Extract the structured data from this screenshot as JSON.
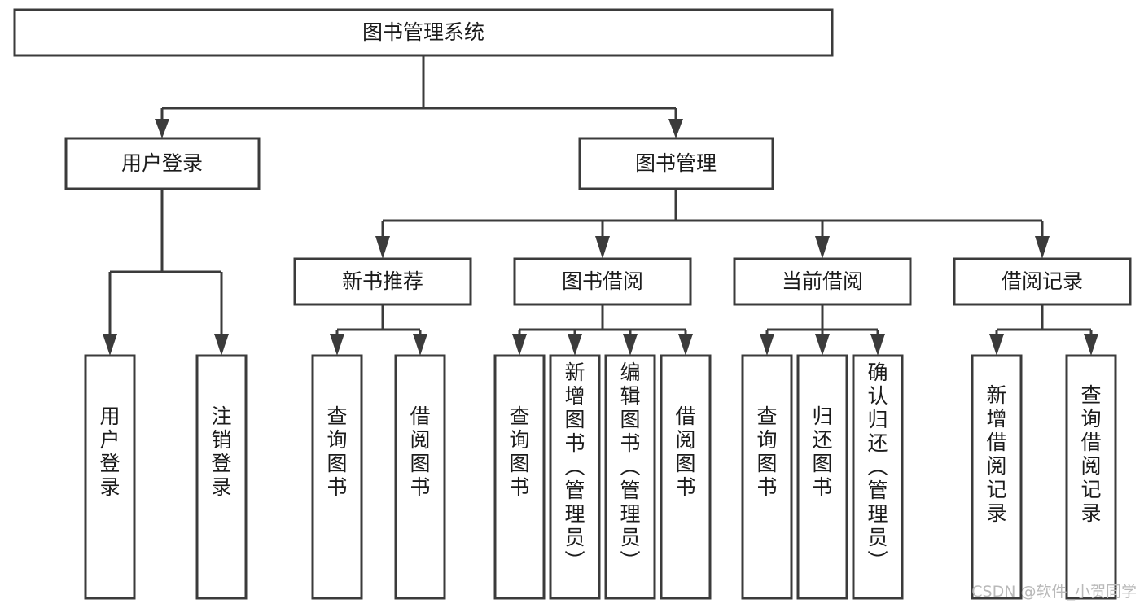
{
  "diagram": {
    "type": "tree-hierarchy",
    "title": "图书管理系统",
    "background_color": "#ffffff",
    "line_color": "#3b3b3b",
    "text_color": "#1b1b1b",
    "levels": 4,
    "root": {
      "label": "图书管理系统",
      "orientation": "horizontal"
    },
    "level2": [
      {
        "label": "用户登录",
        "orientation": "horizontal"
      },
      {
        "label": "图书管理",
        "orientation": "horizontal"
      }
    ],
    "level3": [
      {
        "label": "新书推荐",
        "orientation": "horizontal",
        "parent": "图书管理"
      },
      {
        "label": "图书借阅",
        "orientation": "horizontal",
        "parent": "图书管理"
      },
      {
        "label": "当前借阅",
        "orientation": "horizontal",
        "parent": "图书管理"
      },
      {
        "label": "借阅记录",
        "orientation": "horizontal",
        "parent": "图书管理"
      }
    ],
    "leaves": {
      "user_login": [
        {
          "label": "用户登录",
          "orientation": "vertical"
        },
        {
          "label": "注销登录",
          "orientation": "vertical"
        }
      ],
      "new_book_recommend": [
        {
          "label": "查询图书",
          "orientation": "vertical"
        },
        {
          "label": "借阅图书",
          "orientation": "vertical"
        }
      ],
      "book_borrow": [
        {
          "label": "查询图书",
          "orientation": "vertical"
        },
        {
          "label": "新增图书（管理员）",
          "orientation": "vertical"
        },
        {
          "label": "编辑图书（管理员）",
          "orientation": "vertical"
        },
        {
          "label": "借阅图书",
          "orientation": "vertical"
        }
      ],
      "current_borrow": [
        {
          "label": "查询图书",
          "orientation": "vertical"
        },
        {
          "label": "归还图书",
          "orientation": "vertical"
        },
        {
          "label": "确认归还（管理员）",
          "orientation": "vertical"
        }
      ],
      "borrow_record": [
        {
          "label": "新增借阅记录",
          "orientation": "vertical"
        },
        {
          "label": "查询借阅记录",
          "orientation": "vertical"
        }
      ]
    }
  },
  "watermark": {
    "text": "CSDN @软件_小贺同学"
  }
}
